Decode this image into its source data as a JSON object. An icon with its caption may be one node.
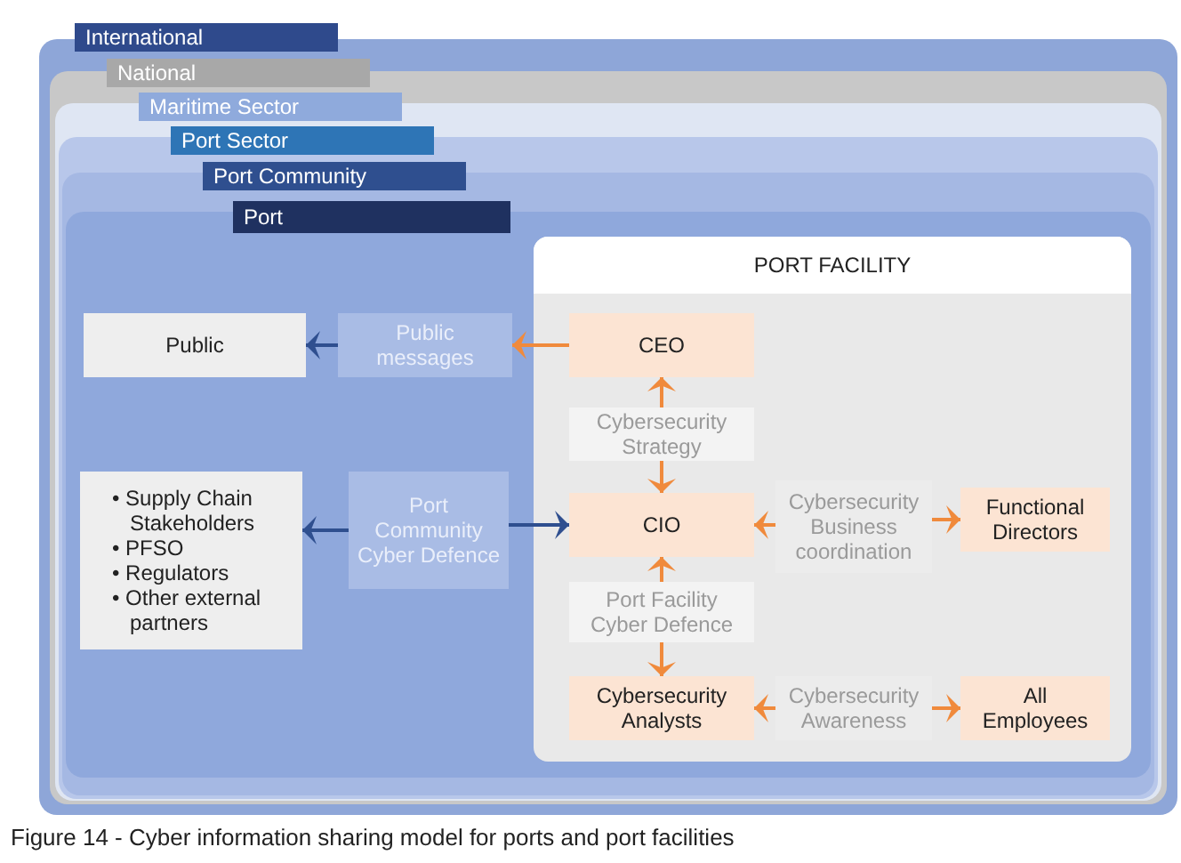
{
  "diagram": {
    "caption": "Figure 14 - Cyber information sharing model for ports and port facilities",
    "nodes": [
      {
        "text": [
          "International"
        ]
      },
      {
        "text": [
          "National"
        ],
        "in": 0
      },
      {
        "text": [
          "Maritime Sector"
        ],
        "in": 1
      },
      {
        "text": [
          "Port Sector"
        ],
        "in": 2
      },
      {
        "text": [
          "Port Community"
        ],
        "in": 3
      },
      {
        "text": [
          "Port"
        ],
        "in": 4
      },
      {
        "text": [
          "Public"
        ],
        "in": 5
      },
      {
        "text": [
          "Public messages"
        ],
        "in": 5
      },
      {
        "text": [
          "• Supply Chain Stakeholders",
          "• PFSO",
          "• Regulators",
          "• Other external partners"
        ],
        "in": 5
      },
      {
        "text": [
          "Port Community Cyber Defence"
        ],
        "in": 5
      },
      {
        "text": [
          "PORT FACILITY"
        ],
        "in": 5
      },
      {
        "text": [
          "CEO"
        ],
        "in": 10
      },
      {
        "text": [
          "Cybersecurity Strategy"
        ],
        "in": 10
      },
      {
        "text": [
          "CIO"
        ],
        "in": 10
      },
      {
        "text": [
          "Cybersecurity Business coordination"
        ],
        "in": 10
      },
      {
        "text": [
          "Functional Directors"
        ],
        "in": 10
      },
      {
        "text": [
          "Port Facility Cyber Defence"
        ],
        "in": 10
      },
      {
        "text": [
          "Cybersecurity Analysts"
        ],
        "in": 10
      },
      {
        "text": [
          "Cybersecurity Awareness"
        ],
        "in": 10
      },
      {
        "text": [
          "All Employees"
        ],
        "in": 10
      }
    ],
    "edges": [
      {
        "from": 11,
        "to": 7,
        "arrow": "to"
      },
      {
        "from": 7,
        "to": 6,
        "arrow": "to",
        "color": "#2f4f8f"
      },
      {
        "from": 9,
        "to": 8,
        "arrow": "to",
        "color": "#2f4f8f"
      },
      {
        "from": 9,
        "to": 13,
        "arrow": "to",
        "color": "#2f4f8f"
      },
      {
        "from": 12,
        "to": 11,
        "arrow": "to"
      },
      {
        "from": 12,
        "to": 13,
        "arrow": "to"
      },
      {
        "from": 14,
        "to": 13,
        "arrow": "to"
      },
      {
        "from": 14,
        "to": 15,
        "arrow": "to"
      },
      {
        "from": 16,
        "to": 13,
        "arrow": "to"
      },
      {
        "from": 16,
        "to": 17,
        "arrow": "to"
      },
      {
        "from": 18,
        "to": 17,
        "arrow": "to"
      },
      {
        "from": 18,
        "to": 19,
        "arrow": "to"
      }
    ]
  }
}
